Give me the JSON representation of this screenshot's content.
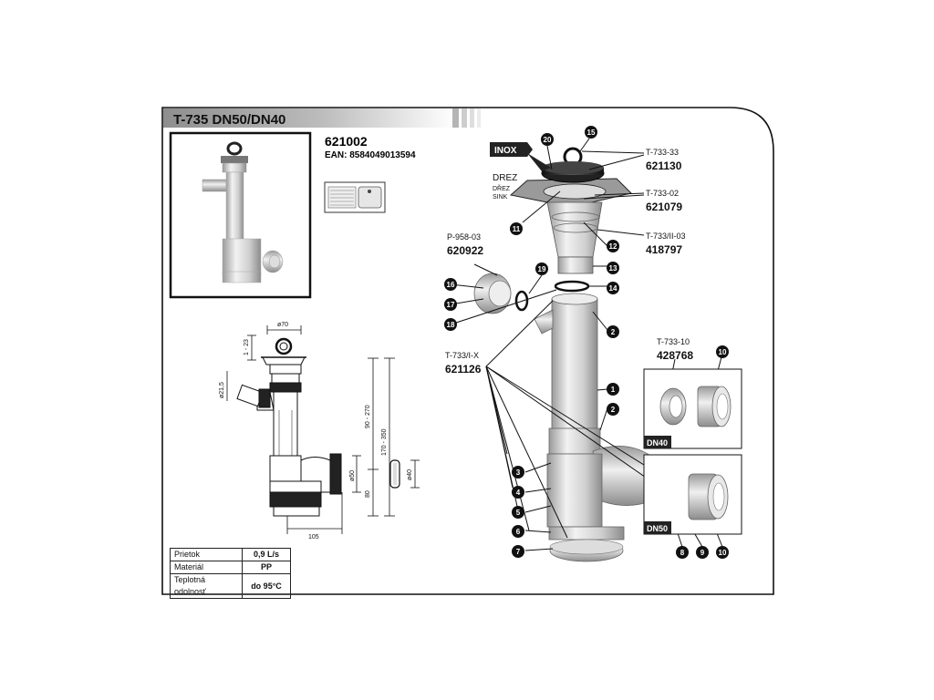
{
  "header": {
    "model": "T-735 DN50/DN40",
    "code": "621002",
    "ean": "EAN: 8584049013594"
  },
  "sink_label": {
    "l1": "DREZ",
    "l2": "DŘEZ",
    "l3": "SINK"
  },
  "inox_badge": "INOX",
  "parts": [
    {
      "ref": "T-733-33",
      "code": "621130"
    },
    {
      "ref": "T-733-02",
      "code": "621079"
    },
    {
      "ref": "T-733/II-03",
      "code": "418797"
    },
    {
      "ref": "P-958-03",
      "code": "620922"
    },
    {
      "ref": "T-733/I-X",
      "code": "621126"
    },
    {
      "ref": "T-733-10",
      "code": "428768"
    }
  ],
  "callouts": [
    "20",
    "15",
    "11",
    "12",
    "13",
    "14",
    "2",
    "19",
    "16",
    "17",
    "18",
    "1",
    "2",
    "3",
    "4",
    "5",
    "6",
    "7",
    "8",
    "9",
    "10",
    "10",
    "10"
  ],
  "variants": {
    "dn40": "DN40",
    "dn50": "DN50"
  },
  "dimensions": {
    "d70": "ø70",
    "h123": "1 - 23",
    "d215": "ø21,5",
    "r90_270": "90 - 270",
    "r170_350": "170 - 350",
    "d50": "ø50",
    "d40": "ø40",
    "h80": "80",
    "w105": "105"
  },
  "specs": [
    {
      "label": "Prietok",
      "value": "0,9 L/s"
    },
    {
      "label": "Materiál",
      "value": "PP"
    },
    {
      "label": "Teplotná odolnosť",
      "value": "do 95°C"
    }
  ]
}
